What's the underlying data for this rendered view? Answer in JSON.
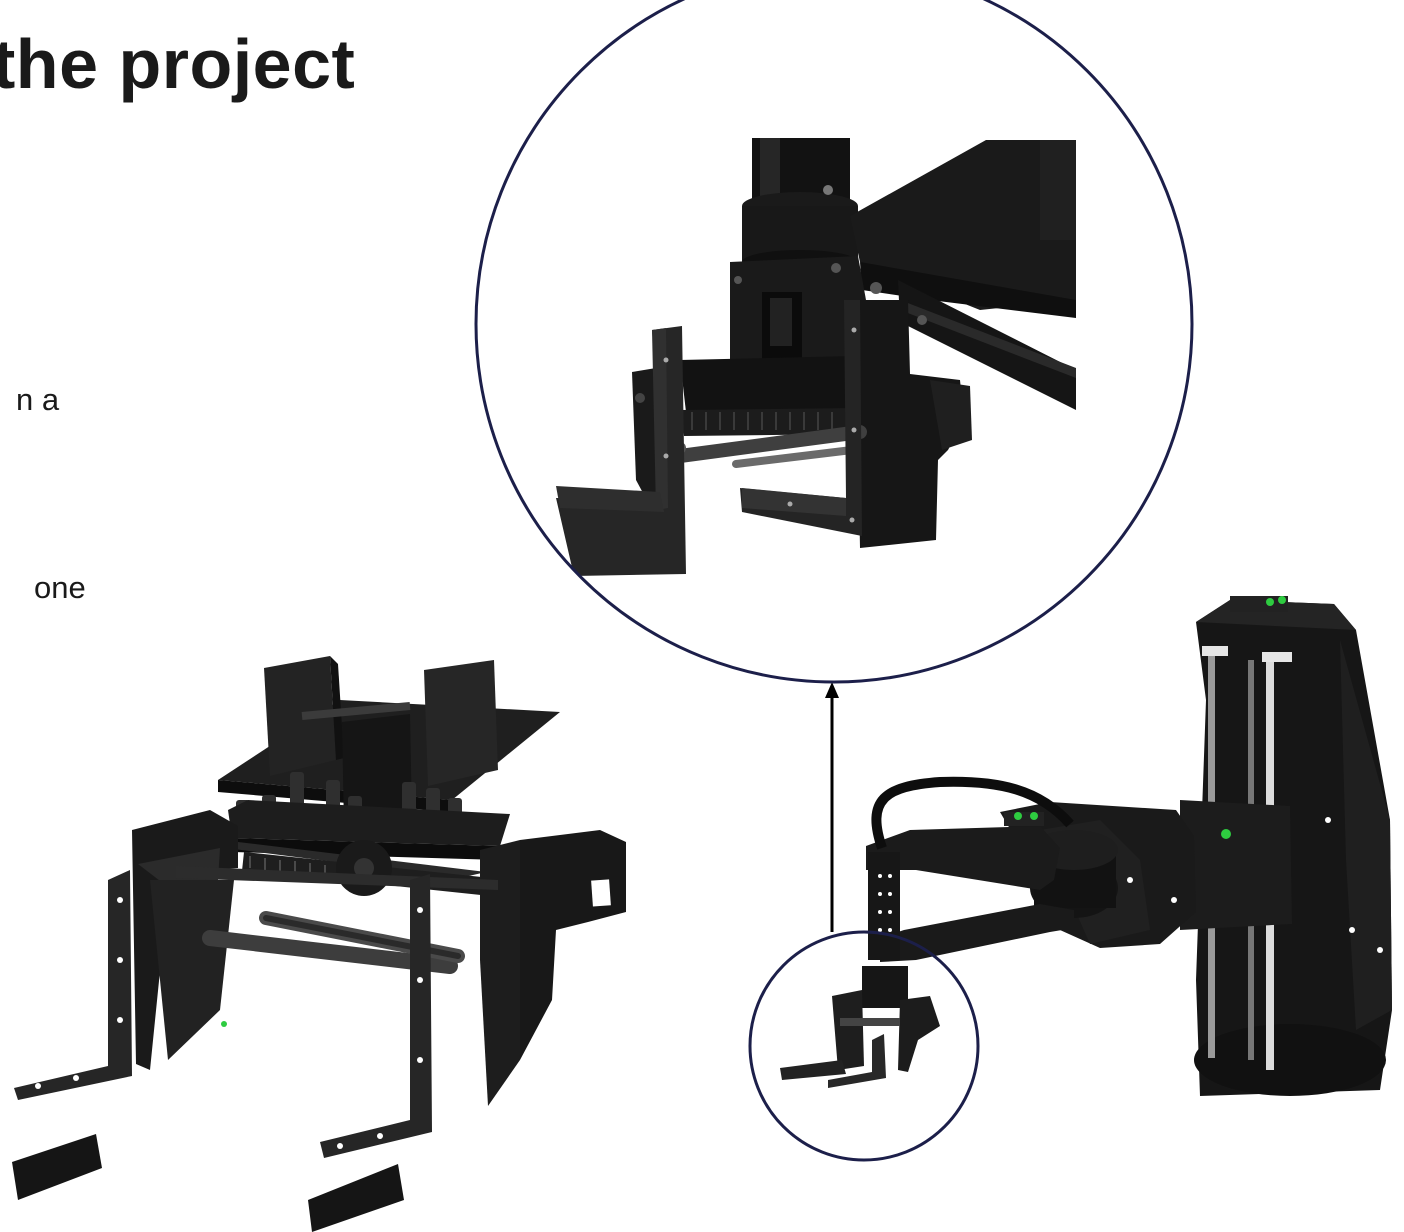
{
  "slide": {
    "title": "the project",
    "body_fragments": [
      "n a",
      " one"
    ]
  },
  "figures": {
    "exploded_view": {
      "subject": "exploded gripper assembly",
      "color": "#1c1c1c"
    },
    "zoom_detail": {
      "subject": "close-up of gripper attached to arm",
      "circle_color": "#1c1f4a"
    },
    "full_robot": {
      "subject": "SCARA robot arm with gripper",
      "color": "#161616",
      "accent": "#2ecc40"
    },
    "pointer": {
      "icon": "arrow-up-icon",
      "color": "#000000"
    }
  }
}
